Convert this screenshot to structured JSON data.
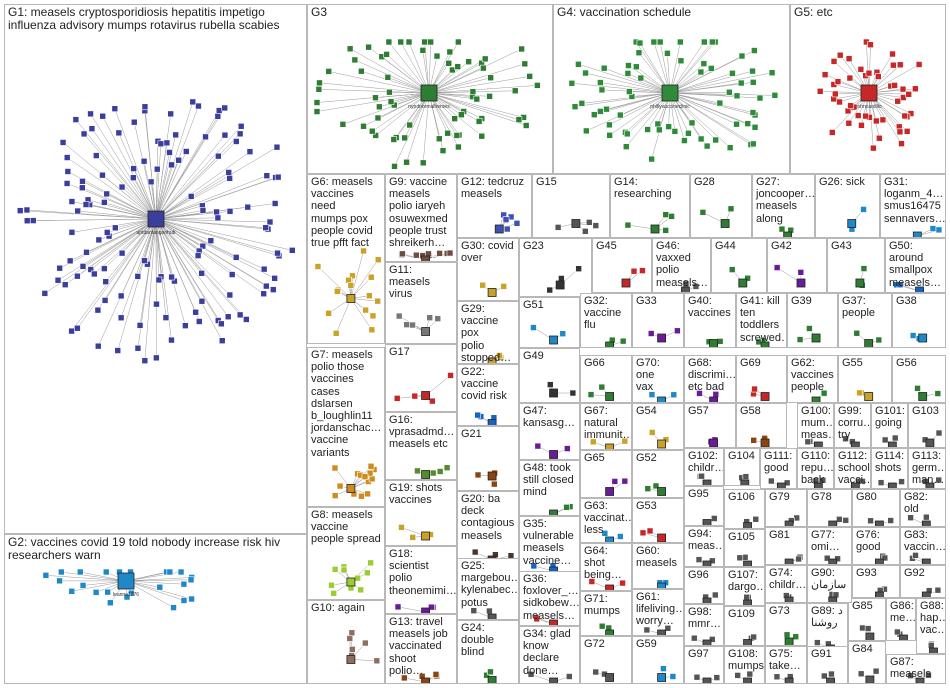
{
  "groups": [
    {
      "id": "G1",
      "label": "G1: measels cryptosporidiosis hepatitis impetigo\ninfluenza advisory mumps rotavirus rubella scabies",
      "color": "#3a3f9e",
      "hub": "uptdantanganhub",
      "nodes": 140
    },
    {
      "id": "G2",
      "label": "G2: vaccines covid 19 told nobody increase risk hiv\nresearchers warn",
      "color": "#1e88c8",
      "hub": "leanna1776",
      "nodes": 24
    },
    {
      "id": "G3",
      "label": "G3",
      "color": "#2e7d32",
      "hub": "nypdnormalheroes",
      "nodes": 70
    },
    {
      "id": "G4",
      "label": "G4: vaccination schedule",
      "color": "#2e8b3a",
      "hub": "phillyvaccineclinic",
      "nodes": 70
    },
    {
      "id": "G5",
      "label": "G5: etc",
      "color": "#c62828",
      "hub": "johncardillo",
      "nodes": 50
    },
    {
      "id": "G6",
      "label": "G6: measels\nvaccines need\nmumps pox\npeople covid\ntrue pfft fact",
      "color": "#c9a227",
      "nodes": 16
    },
    {
      "id": "G7",
      "label": "G7: measels\npolio those\nvaccines\ncases\ndslarsen\nb_loughlin11\njordanschac…\nvaccine\nvariants",
      "color": "#d08a1e",
      "nodes": 14
    },
    {
      "id": "G8",
      "label": "G8: measels\nvaccine\npeople spread",
      "color": "#9acd32",
      "nodes": 10
    },
    {
      "id": "G9",
      "label": "G9: vaccine\nmeasels\npolio iaryeh\nosuwexmed\npeople trust\nshreikerh…",
      "color": "#6d4c41",
      "nodes": 10
    },
    {
      "id": "G10",
      "label": "G10: again",
      "color": "#8d6e63",
      "nodes": 6
    },
    {
      "id": "G11",
      "label": "G11:\nmeasels\nvirus",
      "color": "#777",
      "nodes": 5
    },
    {
      "id": "G12",
      "label": "G12: tedcruz\nmeasels",
      "color": "#3f51b5",
      "nodes": 5
    },
    {
      "id": "G13",
      "label": "G13: travel\nmeasels job\nvaccinated\nshoot polio…",
      "color": "#8b4513",
      "nodes": 4
    },
    {
      "id": "G14",
      "label": "G14:\nresearching",
      "color": "#2e7d32",
      "nodes": 4
    },
    {
      "id": "G15",
      "label": "G15",
      "color": "#555",
      "nodes": 4
    },
    {
      "id": "G16",
      "label": "G16:\nvprasadmd…\nmeasels etc",
      "color": "#558b2f",
      "nodes": 4
    },
    {
      "id": "G17",
      "label": "G17",
      "color": "#c62828",
      "nodes": 4
    },
    {
      "id": "G18",
      "label": "G18:\nscientist\npolio\ntheonemimi…",
      "color": "#6a1b9a",
      "nodes": 3
    },
    {
      "id": "G19",
      "label": "G19: shots\nvaccines",
      "color": "#c9a227",
      "nodes": 3
    },
    {
      "id": "G20",
      "label": "G20: ba\ndeck\ncontagious\nmeasels",
      "color": "#4e342e",
      "nodes": 3
    },
    {
      "id": "G21",
      "label": "G21",
      "color": "#8b4513",
      "nodes": 3
    },
    {
      "id": "G22",
      "label": "G22:\nvaccine\ncovid risk",
      "color": "#1565c0",
      "nodes": 3
    },
    {
      "id": "G23",
      "label": "G23",
      "color": "#333",
      "nodes": 3
    },
    {
      "id": "G24",
      "label": "G24:\ndouble\nblind",
      "color": "#2e7d32",
      "nodes": 2
    },
    {
      "id": "G25",
      "label": "G25:\nmargebou…\nkylenabec…\npotus",
      "color": "#555",
      "nodes": 2
    },
    {
      "id": "G26",
      "label": "G26: sick",
      "color": "#1e88c8",
      "nodes": 2
    },
    {
      "id": "G27",
      "label": "G27:\njoncooper…\nmeasels\nalong",
      "color": "#2e7d32",
      "nodes": 2
    },
    {
      "id": "G28",
      "label": "G28",
      "color": "#2e7d32",
      "nodes": 2
    },
    {
      "id": "G29",
      "label": "G29:\nvaccine pox\npolio\nstopped…",
      "color": "#c9a227",
      "nodes": 2
    },
    {
      "id": "G30",
      "label": "G30: covid\nover",
      "color": "#c9a227",
      "nodes": 2
    },
    {
      "id": "G31",
      "label": "G31:\nloganm_4…\nsmus16475\nsennavers…",
      "color": "#1e88c8",
      "nodes": 2
    },
    {
      "id": "G32",
      "label": "G32:\nvaccine\nflu",
      "color": "#2e7d32",
      "nodes": 2
    },
    {
      "id": "G33",
      "label": "G33",
      "color": "#6a1b9a",
      "nodes": 2
    },
    {
      "id": "G34",
      "label": "G34: glad\nknow\ndeclare\ndone…",
      "color": "#555",
      "nodes": 2
    },
    {
      "id": "G35",
      "label": "G35:\nvulnerable\nmeasels\nvaccine…",
      "color": "#1565c0",
      "nodes": 2
    },
    {
      "id": "G36",
      "label": "G36:\nfoxlover_…\nsidkobew…\nmeasels…",
      "color": "#c62828",
      "nodes": 2
    },
    {
      "id": "G37",
      "label": "G37:\npeople",
      "color": "#2e7d32",
      "nodes": 2
    },
    {
      "id": "G38",
      "label": "G38",
      "color": "#1e88c8",
      "nodes": 2
    },
    {
      "id": "G39",
      "label": "G39",
      "color": "#2e7d32",
      "nodes": 2
    },
    {
      "id": "G40",
      "label": "G40:\nvaccines",
      "color": "#2e7d32",
      "nodes": 2
    },
    {
      "id": "G41",
      "label": "G41: kill\nten\ntoddlers\nscrewed…",
      "color": "#2e7d32",
      "nodes": 2
    },
    {
      "id": "G42",
      "label": "G42",
      "color": "#6a1b9a",
      "nodes": 2
    },
    {
      "id": "G43",
      "label": "G43",
      "color": "#2e7d32",
      "nodes": 2
    },
    {
      "id": "G44",
      "label": "G44",
      "color": "#2e7d32",
      "nodes": 2
    },
    {
      "id": "G45",
      "label": "G45",
      "color": "#c62828",
      "nodes": 2
    },
    {
      "id": "G46",
      "label": "G46:\nvaxxed\npolio\nmeasels…",
      "color": "#555",
      "nodes": 2
    },
    {
      "id": "G47",
      "label": "G47:\nkansasg…",
      "color": "#6a1b9a",
      "nodes": 2
    },
    {
      "id": "G48",
      "label": "G48: took\nstill closed\nmind",
      "color": "#2e7d32",
      "nodes": 2
    },
    {
      "id": "G49",
      "label": "G49",
      "color": "#333",
      "nodes": 2
    },
    {
      "id": "G50",
      "label": "G50:\naround\nsmallpox\nmeasels…",
      "color": "#1565c0",
      "nodes": 2
    },
    {
      "id": "G51",
      "label": "G51",
      "color": "#1e88c8",
      "nodes": 2
    },
    {
      "id": "G52",
      "label": "G52",
      "color": "#2e7d32",
      "nodes": 2
    },
    {
      "id": "G53",
      "label": "G53",
      "color": "#c62828",
      "nodes": 2
    },
    {
      "id": "G54",
      "label": "G54",
      "color": "#c9a227",
      "nodes": 2
    },
    {
      "id": "G55",
      "label": "G55",
      "color": "#c9a227",
      "nodes": 2
    },
    {
      "id": "G56",
      "label": "G56",
      "color": "#2e7d32",
      "nodes": 2
    },
    {
      "id": "G57",
      "label": "G57",
      "color": "#6a1b9a",
      "nodes": 2
    },
    {
      "id": "G58",
      "label": "G58",
      "color": "#8b4513",
      "nodes": 2
    },
    {
      "id": "G59",
      "label": "G59",
      "color": "#1e88c8",
      "nodes": 2
    },
    {
      "id": "G60",
      "label": "G60:\nmeasels",
      "color": "#1e88c8",
      "nodes": 2
    },
    {
      "id": "G61",
      "label": "G61:\nlifeliving…\nworry…",
      "color": "#555",
      "nodes": 2
    },
    {
      "id": "G62",
      "label": "G62:\nvaccines\npeople",
      "color": "#2e7d32",
      "nodes": 2
    },
    {
      "id": "G63",
      "label": "G63:\nvaccinat…\nless",
      "color": "#1e88c8",
      "nodes": 2
    },
    {
      "id": "G64",
      "label": "G64:\nshot\nbeing…",
      "color": "#c62828",
      "nodes": 2
    },
    {
      "id": "G65",
      "label": "G65",
      "color": "#6a1b9a",
      "nodes": 2
    },
    {
      "id": "G66",
      "label": "G66",
      "color": "#2e7d32",
      "nodes": 2
    },
    {
      "id": "G67",
      "label": "G67:\nnatural\nimmunit…",
      "color": "#c9a227",
      "nodes": 2
    },
    {
      "id": "G68",
      "label": "G68:\ndiscrimi…\netc bad",
      "color": "#6a1b9a",
      "nodes": 2
    },
    {
      "id": "G69",
      "label": "G69",
      "color": "#c62828",
      "nodes": 2
    },
    {
      "id": "G70",
      "label": "G70: one\nvax",
      "color": "#1e88c8",
      "nodes": 2
    },
    {
      "id": "G71",
      "label": "G71:\nmumps",
      "color": "#2e7d32",
      "nodes": 2
    },
    {
      "id": "G72",
      "label": "G72",
      "color": "#555",
      "nodes": 2
    },
    {
      "id": "G73",
      "label": "G73",
      "color": "#2e7d32",
      "nodes": 2
    },
    {
      "id": "G74",
      "label": "G74:\nchildr…",
      "color": "#555",
      "nodes": 2
    },
    {
      "id": "G75",
      "label": "G75:\ntake…",
      "color": "#555",
      "nodes": 2
    },
    {
      "id": "G76",
      "label": "G76:\ngood",
      "color": "#555",
      "nodes": 2
    },
    {
      "id": "G77",
      "label": "G77:\nomi…",
      "color": "#555",
      "nodes": 2
    },
    {
      "id": "G78",
      "label": "G78",
      "color": "#555",
      "nodes": 2
    },
    {
      "id": "G79",
      "label": "G79",
      "color": "#555",
      "nodes": 2
    },
    {
      "id": "G80",
      "label": "G80",
      "color": "#555",
      "nodes": 2
    },
    {
      "id": "G81",
      "label": "G81",
      "color": "#555",
      "nodes": 2
    },
    {
      "id": "G82",
      "label": "G82:\nold",
      "color": "#555",
      "nodes": 2
    },
    {
      "id": "G83",
      "label": "G83:\nvaccin…",
      "color": "#555",
      "nodes": 2
    },
    {
      "id": "G84",
      "label": "G84",
      "color": "#555",
      "nodes": 2
    },
    {
      "id": "G85",
      "label": "G85",
      "color": "#555",
      "nodes": 2
    },
    {
      "id": "G86",
      "label": "G86:\nme…",
      "color": "#555",
      "nodes": 2
    },
    {
      "id": "G87",
      "label": "G87:\nmeasels",
      "color": "#555",
      "nodes": 2
    },
    {
      "id": "G88",
      "label": "G88:\nhap…\nvac…",
      "color": "#555",
      "nodes": 2
    },
    {
      "id": "G89",
      "label": "G89: د\nروشنا",
      "color": "#555",
      "nodes": 2
    },
    {
      "id": "G90",
      "label": "G90:\nسازمان",
      "color": "#555",
      "nodes": 2
    },
    {
      "id": "G91",
      "label": "G91",
      "color": "#555",
      "nodes": 2
    },
    {
      "id": "G92",
      "label": "G92",
      "color": "#555",
      "nodes": 2
    },
    {
      "id": "G93",
      "label": "G93",
      "color": "#555",
      "nodes": 2
    },
    {
      "id": "G94",
      "label": "G94:\nmeas…",
      "color": "#555",
      "nodes": 2
    },
    {
      "id": "G95",
      "label": "G95",
      "color": "#555",
      "nodes": 2
    },
    {
      "id": "G96",
      "label": "G96",
      "color": "#555",
      "nodes": 2
    },
    {
      "id": "G97",
      "label": "G97",
      "color": "#555",
      "nodes": 2
    },
    {
      "id": "G98",
      "label": "G98:\nmmr…",
      "color": "#555",
      "nodes": 2
    },
    {
      "id": "G99",
      "label": "G99:\ncorru…\ntry",
      "color": "#555",
      "nodes": 2
    },
    {
      "id": "G100",
      "label": "G100:\nmum…\nmeas…",
      "color": "#555",
      "nodes": 2
    },
    {
      "id": "G101",
      "label": "G101:\ngoing",
      "color": "#555",
      "nodes": 2
    },
    {
      "id": "G102",
      "label": "G102:\nchildr…",
      "color": "#555",
      "nodes": 2
    },
    {
      "id": "G103",
      "label": "G103",
      "color": "#555",
      "nodes": 2
    },
    {
      "id": "G104",
      "label": "G104",
      "color": "#555",
      "nodes": 2
    },
    {
      "id": "G105",
      "label": "G105",
      "color": "#555",
      "nodes": 2
    },
    {
      "id": "G106",
      "label": "G106",
      "color": "#555",
      "nodes": 2
    },
    {
      "id": "G107",
      "label": "G107:\ndargo…",
      "color": "#555",
      "nodes": 2
    },
    {
      "id": "G108",
      "label": "G108:\nmumps",
      "color": "#555",
      "nodes": 2
    },
    {
      "id": "G109",
      "label": "G109",
      "color": "#555",
      "nodes": 2
    },
    {
      "id": "G110",
      "label": "G110:\nrepu…\nback",
      "color": "#555",
      "nodes": 2
    },
    {
      "id": "G111",
      "label": "G111:\ngood",
      "color": "#555",
      "nodes": 2
    },
    {
      "id": "G112",
      "label": "G112:\nschool\nvacci…",
      "color": "#555",
      "nodes": 2
    },
    {
      "id": "G113",
      "label": "G113:\ngerm…\nman…",
      "color": "#555",
      "nodes": 2
    },
    {
      "id": "G114",
      "label": "G114:\nshots",
      "color": "#555",
      "nodes": 2
    }
  ]
}
